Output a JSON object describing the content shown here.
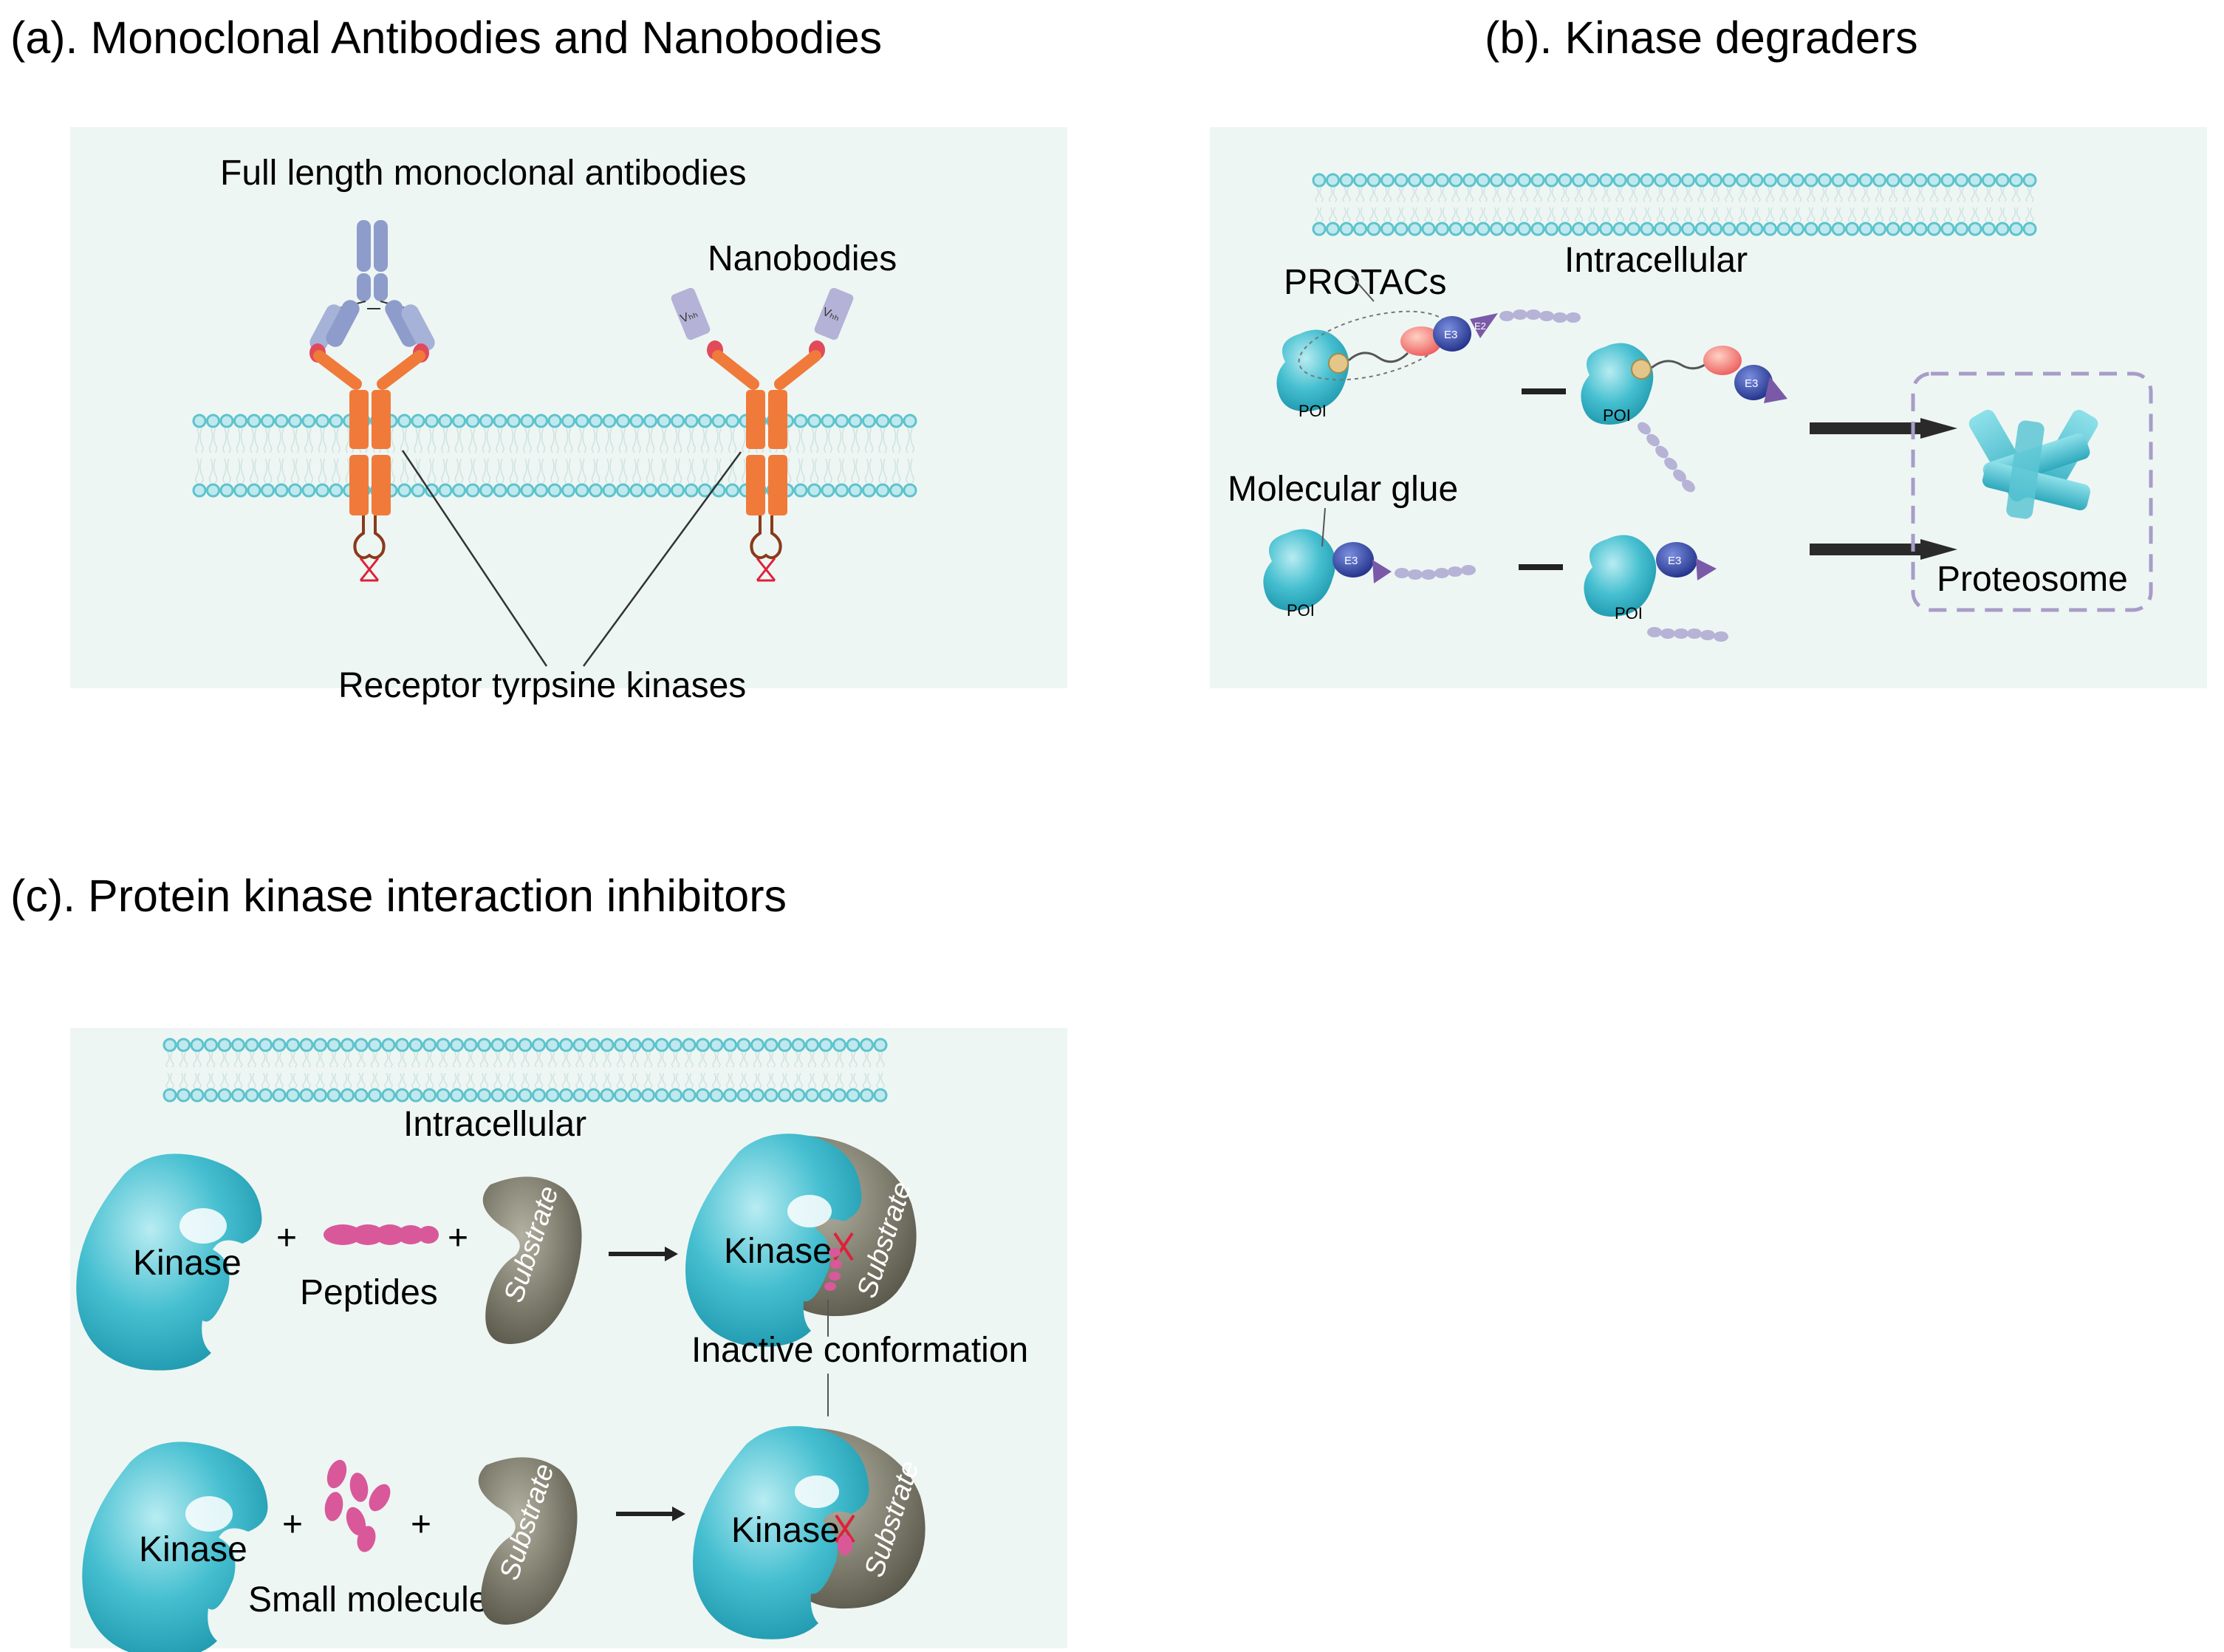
{
  "panel_a": {
    "title": "(a). Monoclonal Antibodies and Nanobodies",
    "full_length": "Full length monoclonal antibodies",
    "nanobodies": "Nanobodies",
    "receptor": "Receptor  tyrpsine kinases",
    "vhh": "Vₕₕ"
  },
  "panel_b": {
    "title": "(b). Kinase degraders",
    "intracellular": "Intracellular",
    "protacs": "PROTACs",
    "molecular_glue": "Molecular glue",
    "proteosome": "Proteosome",
    "poi": "POI",
    "e3": "E3",
    "e2": "E2"
  },
  "panel_c": {
    "title": "(c). Protein kinase interaction inhibitors",
    "intracellular": "Intracellular",
    "kinase": "Kinase",
    "substrate": "Substrate",
    "peptides": "Peptides",
    "small_molecules": "Small molecules",
    "inactive": "Inactive conformation",
    "plus": "+"
  },
  "colors": {
    "panel_bg": "#eef6f4",
    "membrane": "#5ec3cc",
    "receptor": "#f07a3a",
    "antibody": "#8e9ccb",
    "kinase": "#3ab3c7",
    "substrate": "#7d7b6c",
    "peptide": "#d9589a",
    "e3": "#2b3fa0",
    "proteasome_box": "#a89cc8",
    "cross": "#e0203a"
  }
}
